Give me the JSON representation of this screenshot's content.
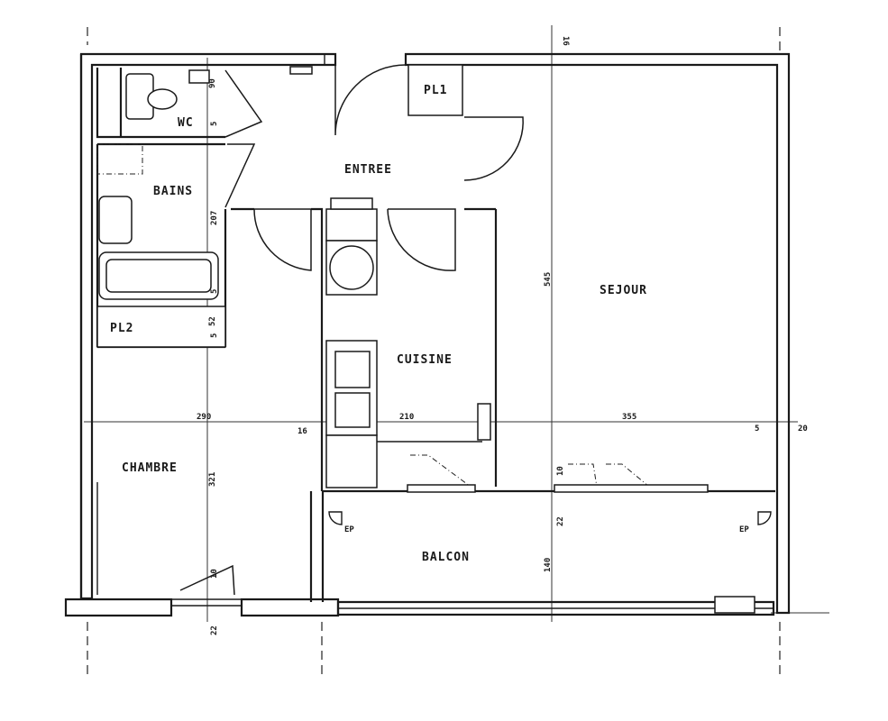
{
  "rooms": {
    "wc": "WC",
    "bains": "BAINS",
    "entree": "ENTREE",
    "pl1": "PL1",
    "pl2": "PL2",
    "cuisine": "CUISINE",
    "sejour": "SEJOUR",
    "chambre": "CHAMBRE",
    "balcon": "BALCON"
  },
  "equipment": {
    "ep_left": "EP",
    "ep_right": "EP"
  },
  "dimensions": {
    "top_wall": "16",
    "wc_width": "90",
    "wc_side": "5",
    "bains_height": "207",
    "bath_side": "5",
    "pl2_width": "52",
    "pl2_side": "5",
    "chambre_width": "290",
    "partition_1": "16",
    "cuisine_width": "210",
    "sejour_width": "355",
    "sejour_side": "5",
    "right_wall": "20",
    "sejour_height": "545",
    "chambre_height": "321",
    "chambre_door": "10",
    "bottom_left": "22",
    "facade": "22",
    "balcon_depth": "140",
    "sejour_door": "10"
  }
}
